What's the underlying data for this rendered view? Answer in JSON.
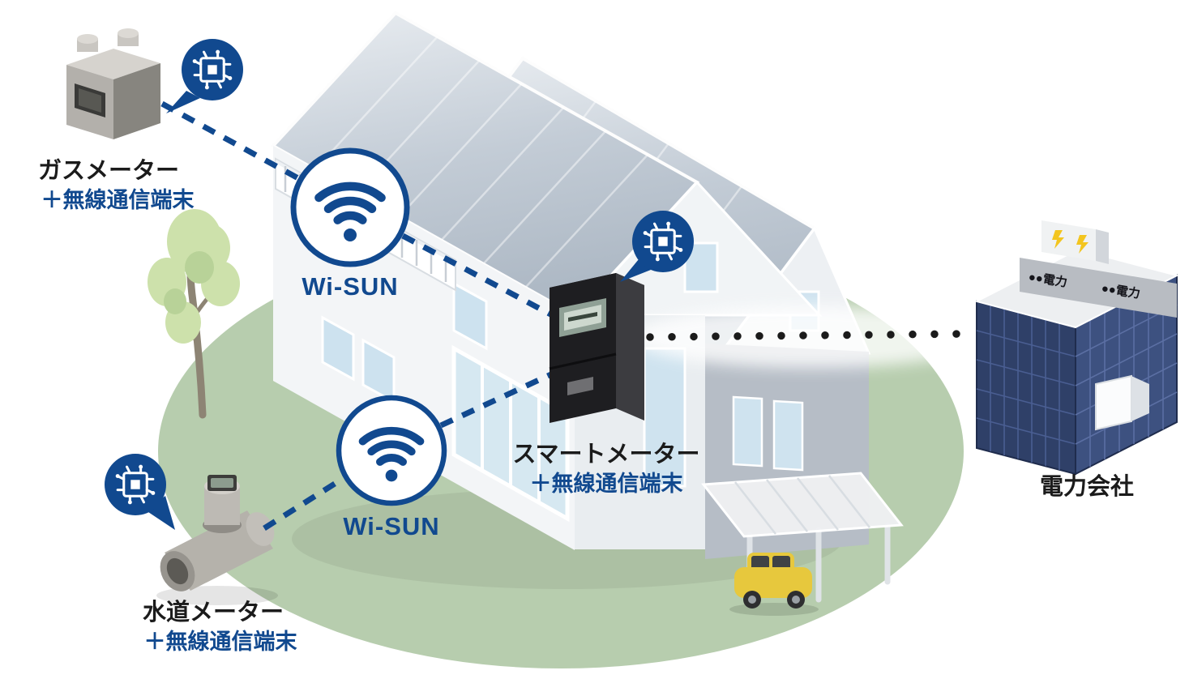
{
  "colors": {
    "accent_blue": "#11498f",
    "text_black": "#1b1b1b",
    "ground_green": "#b7cdae",
    "roof_gray": "#bcc5cf",
    "wall_white": "#f3f5f7",
    "wall_gray": "#b6bdc6",
    "glass_blue": "#cfe3ef",
    "meter_black": "#1e1e21",
    "building_navy": "#2f4068",
    "bolt_yellow": "#f3c51f",
    "car_yellow": "#e7c83d"
  },
  "nodes": {
    "gas_meter": {
      "label": "ガスメーター",
      "sublabel": "＋無線通信端末"
    },
    "water_meter": {
      "label": "水道メーター",
      "sublabel": "＋無線通信端末"
    },
    "smart_meter": {
      "label": "スマートメーター",
      "sublabel": "＋無線通信端末"
    },
    "power_company": {
      "label": "電力会社"
    }
  },
  "wisun": {
    "upper_label": "Wi-SUN",
    "lower_label": "Wi-SUN"
  },
  "building_signs": {
    "left": "●●電力",
    "right": "●●電力"
  },
  "icons": [
    "wifi-icon",
    "chip-icon",
    "lightning-bolt-icon"
  ],
  "connections": [
    {
      "from": "gas-meter",
      "to": "wisun-upper",
      "style": "dashed",
      "color": "#11498f"
    },
    {
      "from": "wisun-upper",
      "to": "smart-meter",
      "style": "dashed",
      "color": "#11498f"
    },
    {
      "from": "water-meter",
      "to": "wisun-lower",
      "style": "dashed",
      "color": "#11498f"
    },
    {
      "from": "wisun-lower",
      "to": "smart-meter",
      "style": "dashed",
      "color": "#11498f"
    },
    {
      "from": "smart-meter",
      "to": "power-company",
      "style": "dotted",
      "color": "#1b1b1b"
    }
  ]
}
